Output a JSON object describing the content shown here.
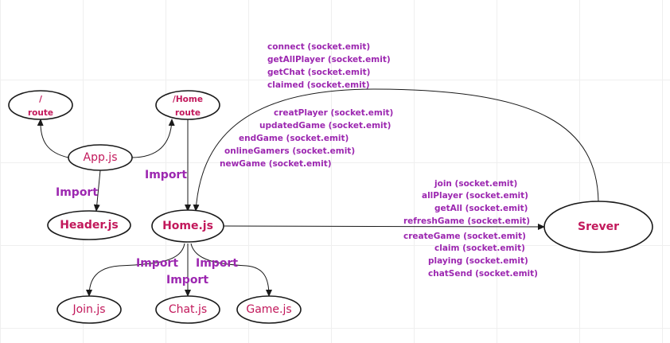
{
  "colors": {
    "node_text": "#c2185b",
    "import_label": "#9c27b0",
    "event_text": "#9c27b0",
    "stroke": "#1a1a1a"
  },
  "nodes": {
    "root_route": {
      "line1": "/",
      "line2": "route"
    },
    "home_route": {
      "line1": "/Home",
      "line2": "route"
    },
    "app": "App.js",
    "header": "Header.js",
    "home": "Home.js",
    "server": "Srever",
    "join": "Join.js",
    "chat": "Chat.js",
    "game": "Game.js"
  },
  "labels": {
    "import_app_header": "Import",
    "import_home_route": "Import",
    "import_home_join": "Import",
    "import_home_game": "Import",
    "import_home_chat": "Import"
  },
  "events": {
    "server_to_home_top": [
      "connect (socket.emit)",
      "getAllPlayer (socket.emit)",
      "getChat (socket.emit)",
      "claimed (socket.emit)"
    ],
    "server_to_home_bottom": [
      "creatPlayer (socket.emit)",
      "updatedGame (socket.emit)",
      "endGame (socket.emit)",
      "onlineGamers (socket.emit)",
      "newGame (socket.emit)"
    ],
    "home_to_server_top": [
      "join (socket.emit)",
      "allPlayer (socket.emit)",
      "getAll (socket.emit)",
      "refreshGame (socket.emit)"
    ],
    "home_to_server_bottom": [
      "createGame (socket.emit)",
      "claim (socket.emit)",
      "playing (socket.emit)",
      "chatSend (socket.emit)"
    ]
  }
}
